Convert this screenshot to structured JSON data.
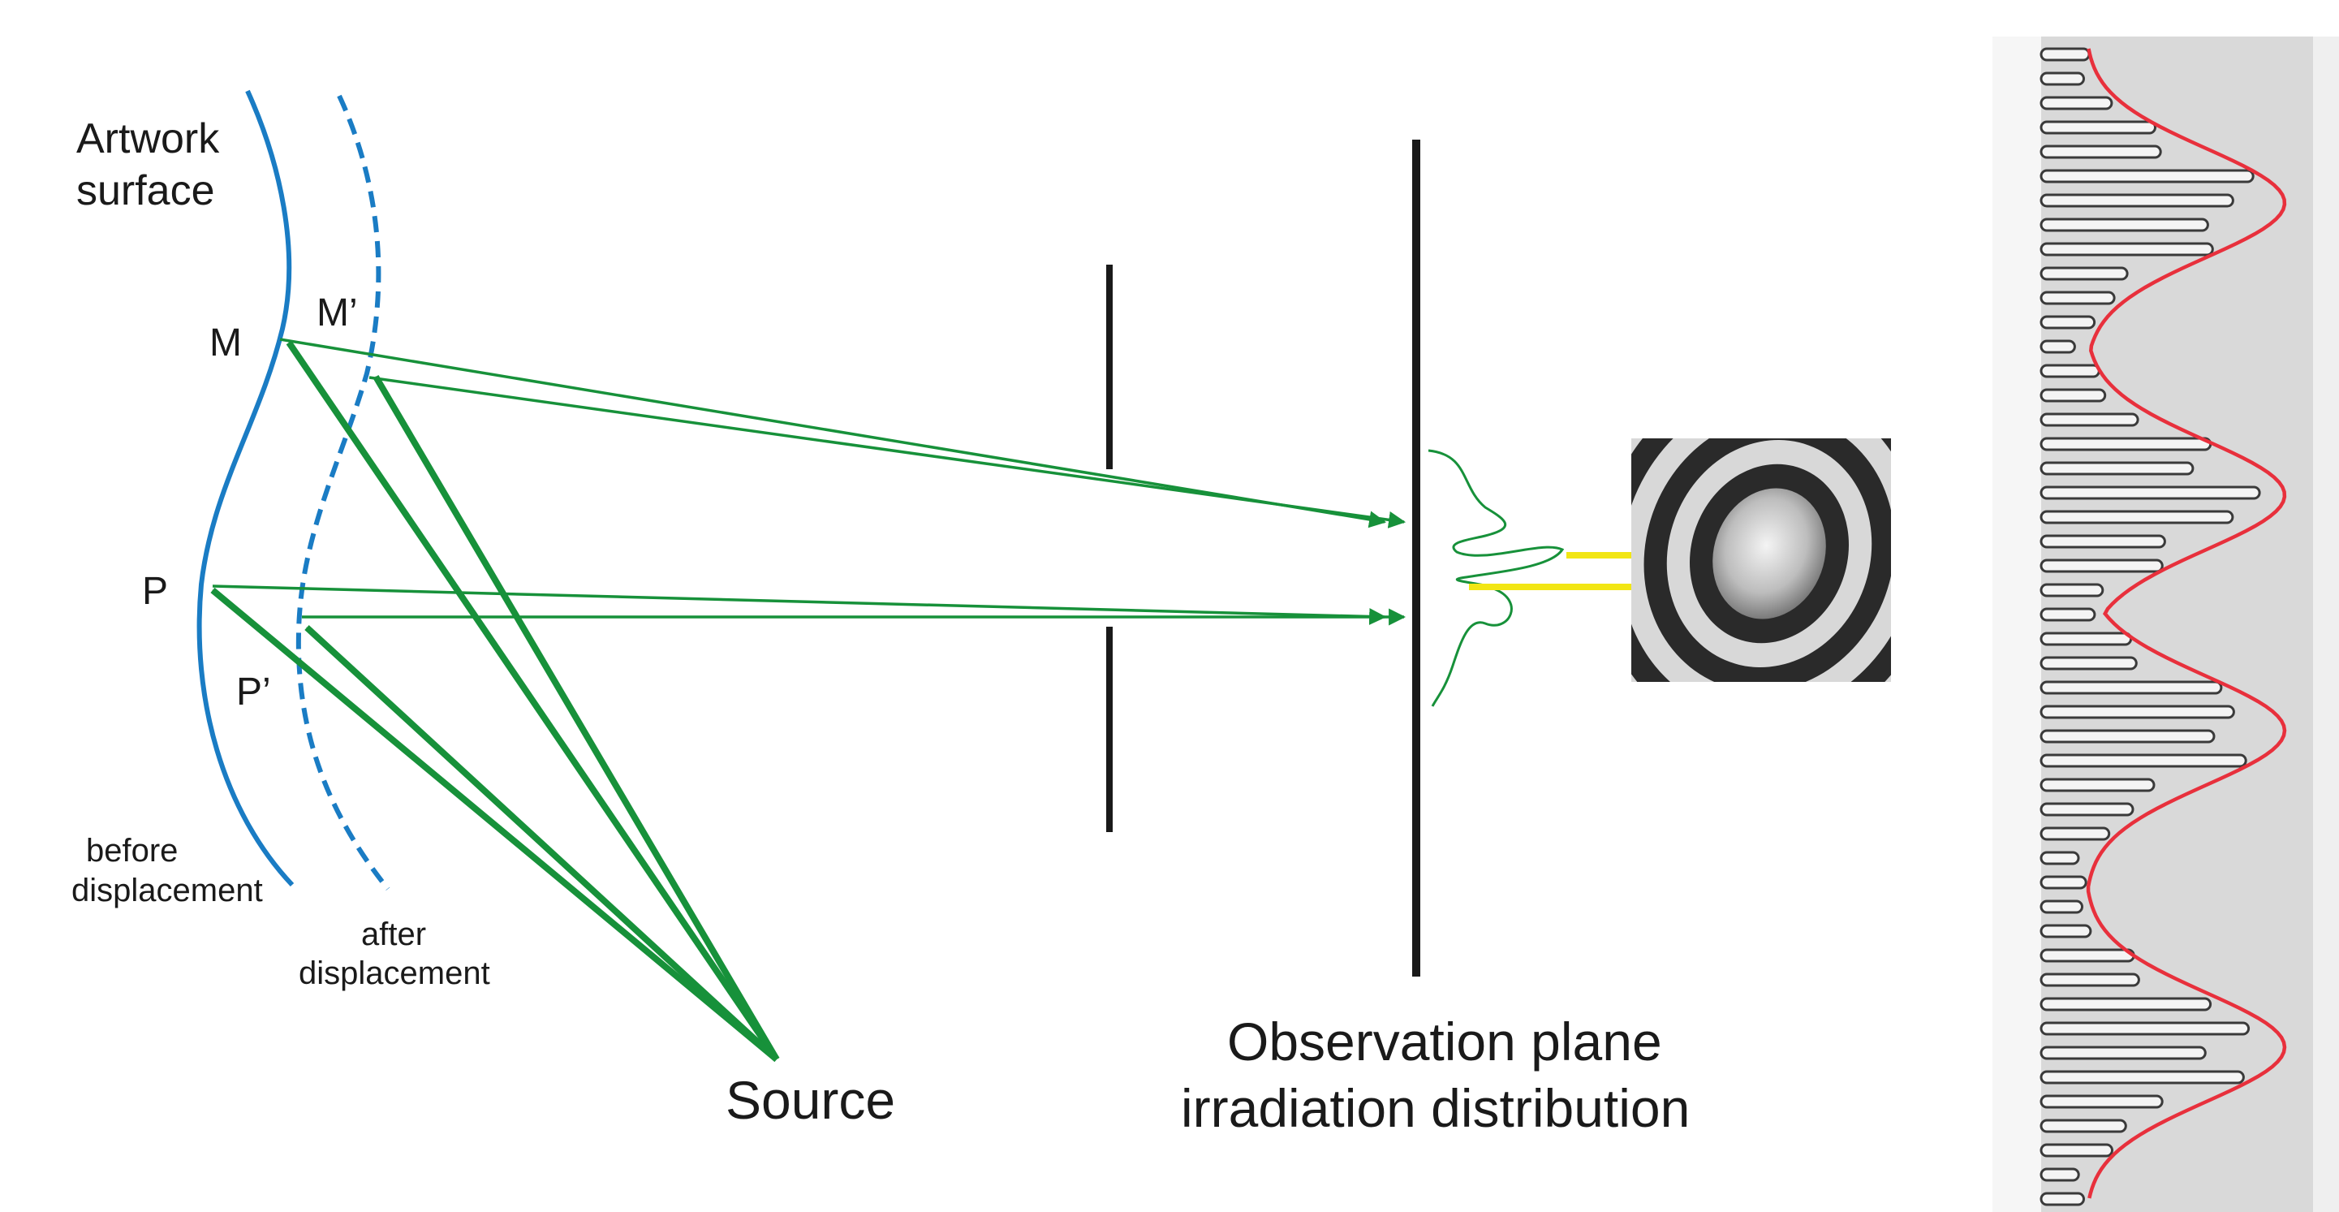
{
  "labels": {
    "artwork_line1": "Artwork",
    "artwork_line2": "surface",
    "point_m": "M",
    "point_m_prime": "M’",
    "point_p": "P",
    "point_p_prime": "P’",
    "before_line1": "before",
    "before_line2": "displacement",
    "after_line1": "after",
    "after_line2": "displacement",
    "source": "Source",
    "observation_line1": "Observation plane",
    "observation_line2": "irradiation distribution"
  },
  "colors": {
    "surface": "#1a7cc4",
    "ray": "#17913a",
    "screen": "#1a1a1a",
    "arrow_yellow": "#f2e614",
    "profile": "#e8303c",
    "fringe_dark": "#2a2a2a",
    "fringe_light": "#d8d8d8",
    "panel_bg": "#d9d9d9"
  },
  "icons": {
    "ray_head": "triangle-arrowhead-icon",
    "yellow_head": "triangle-arrowhead-icon"
  }
}
